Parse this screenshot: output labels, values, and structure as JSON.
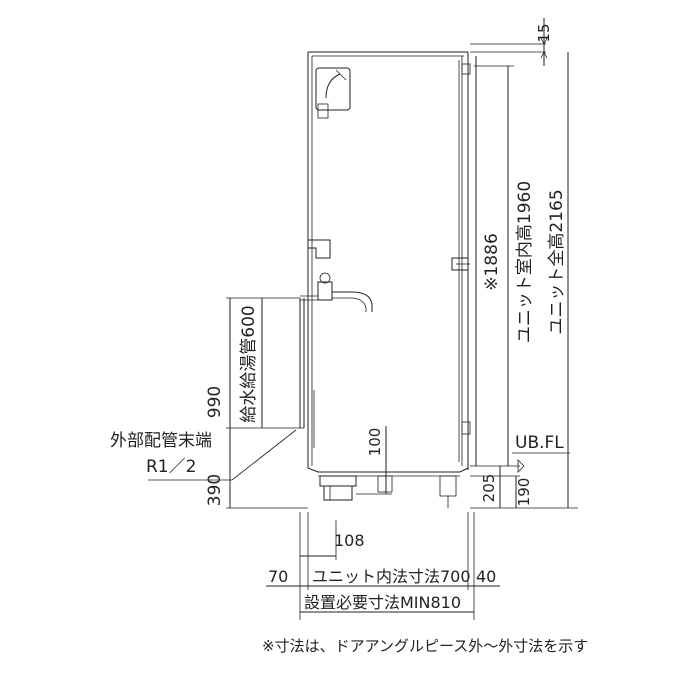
{
  "dimensions": {
    "top_gap": "15",
    "door_height": "※1886",
    "room_inner_height": "ユニット室内高1960",
    "overall_height": "ユニット全高2165",
    "ubfl_label": "UB.FL",
    "ubfl_190": "190",
    "floor_205": "205",
    "outlet_100": "100",
    "pipe_390": "390",
    "pipe_990": "990",
    "supply_pipe_600": "給水給湯管600",
    "pipe_end_label_1": "外部配管末端",
    "pipe_end_label_2": "R1／2",
    "w_108": "108",
    "w_70": "70",
    "unit_inner_width": "ユニット内法寸法700",
    "w_40": "40",
    "install_min": "設置必要寸法MIN810"
  },
  "footnote": "※寸法は、ドアアングルピース外～外寸法を示す"
}
